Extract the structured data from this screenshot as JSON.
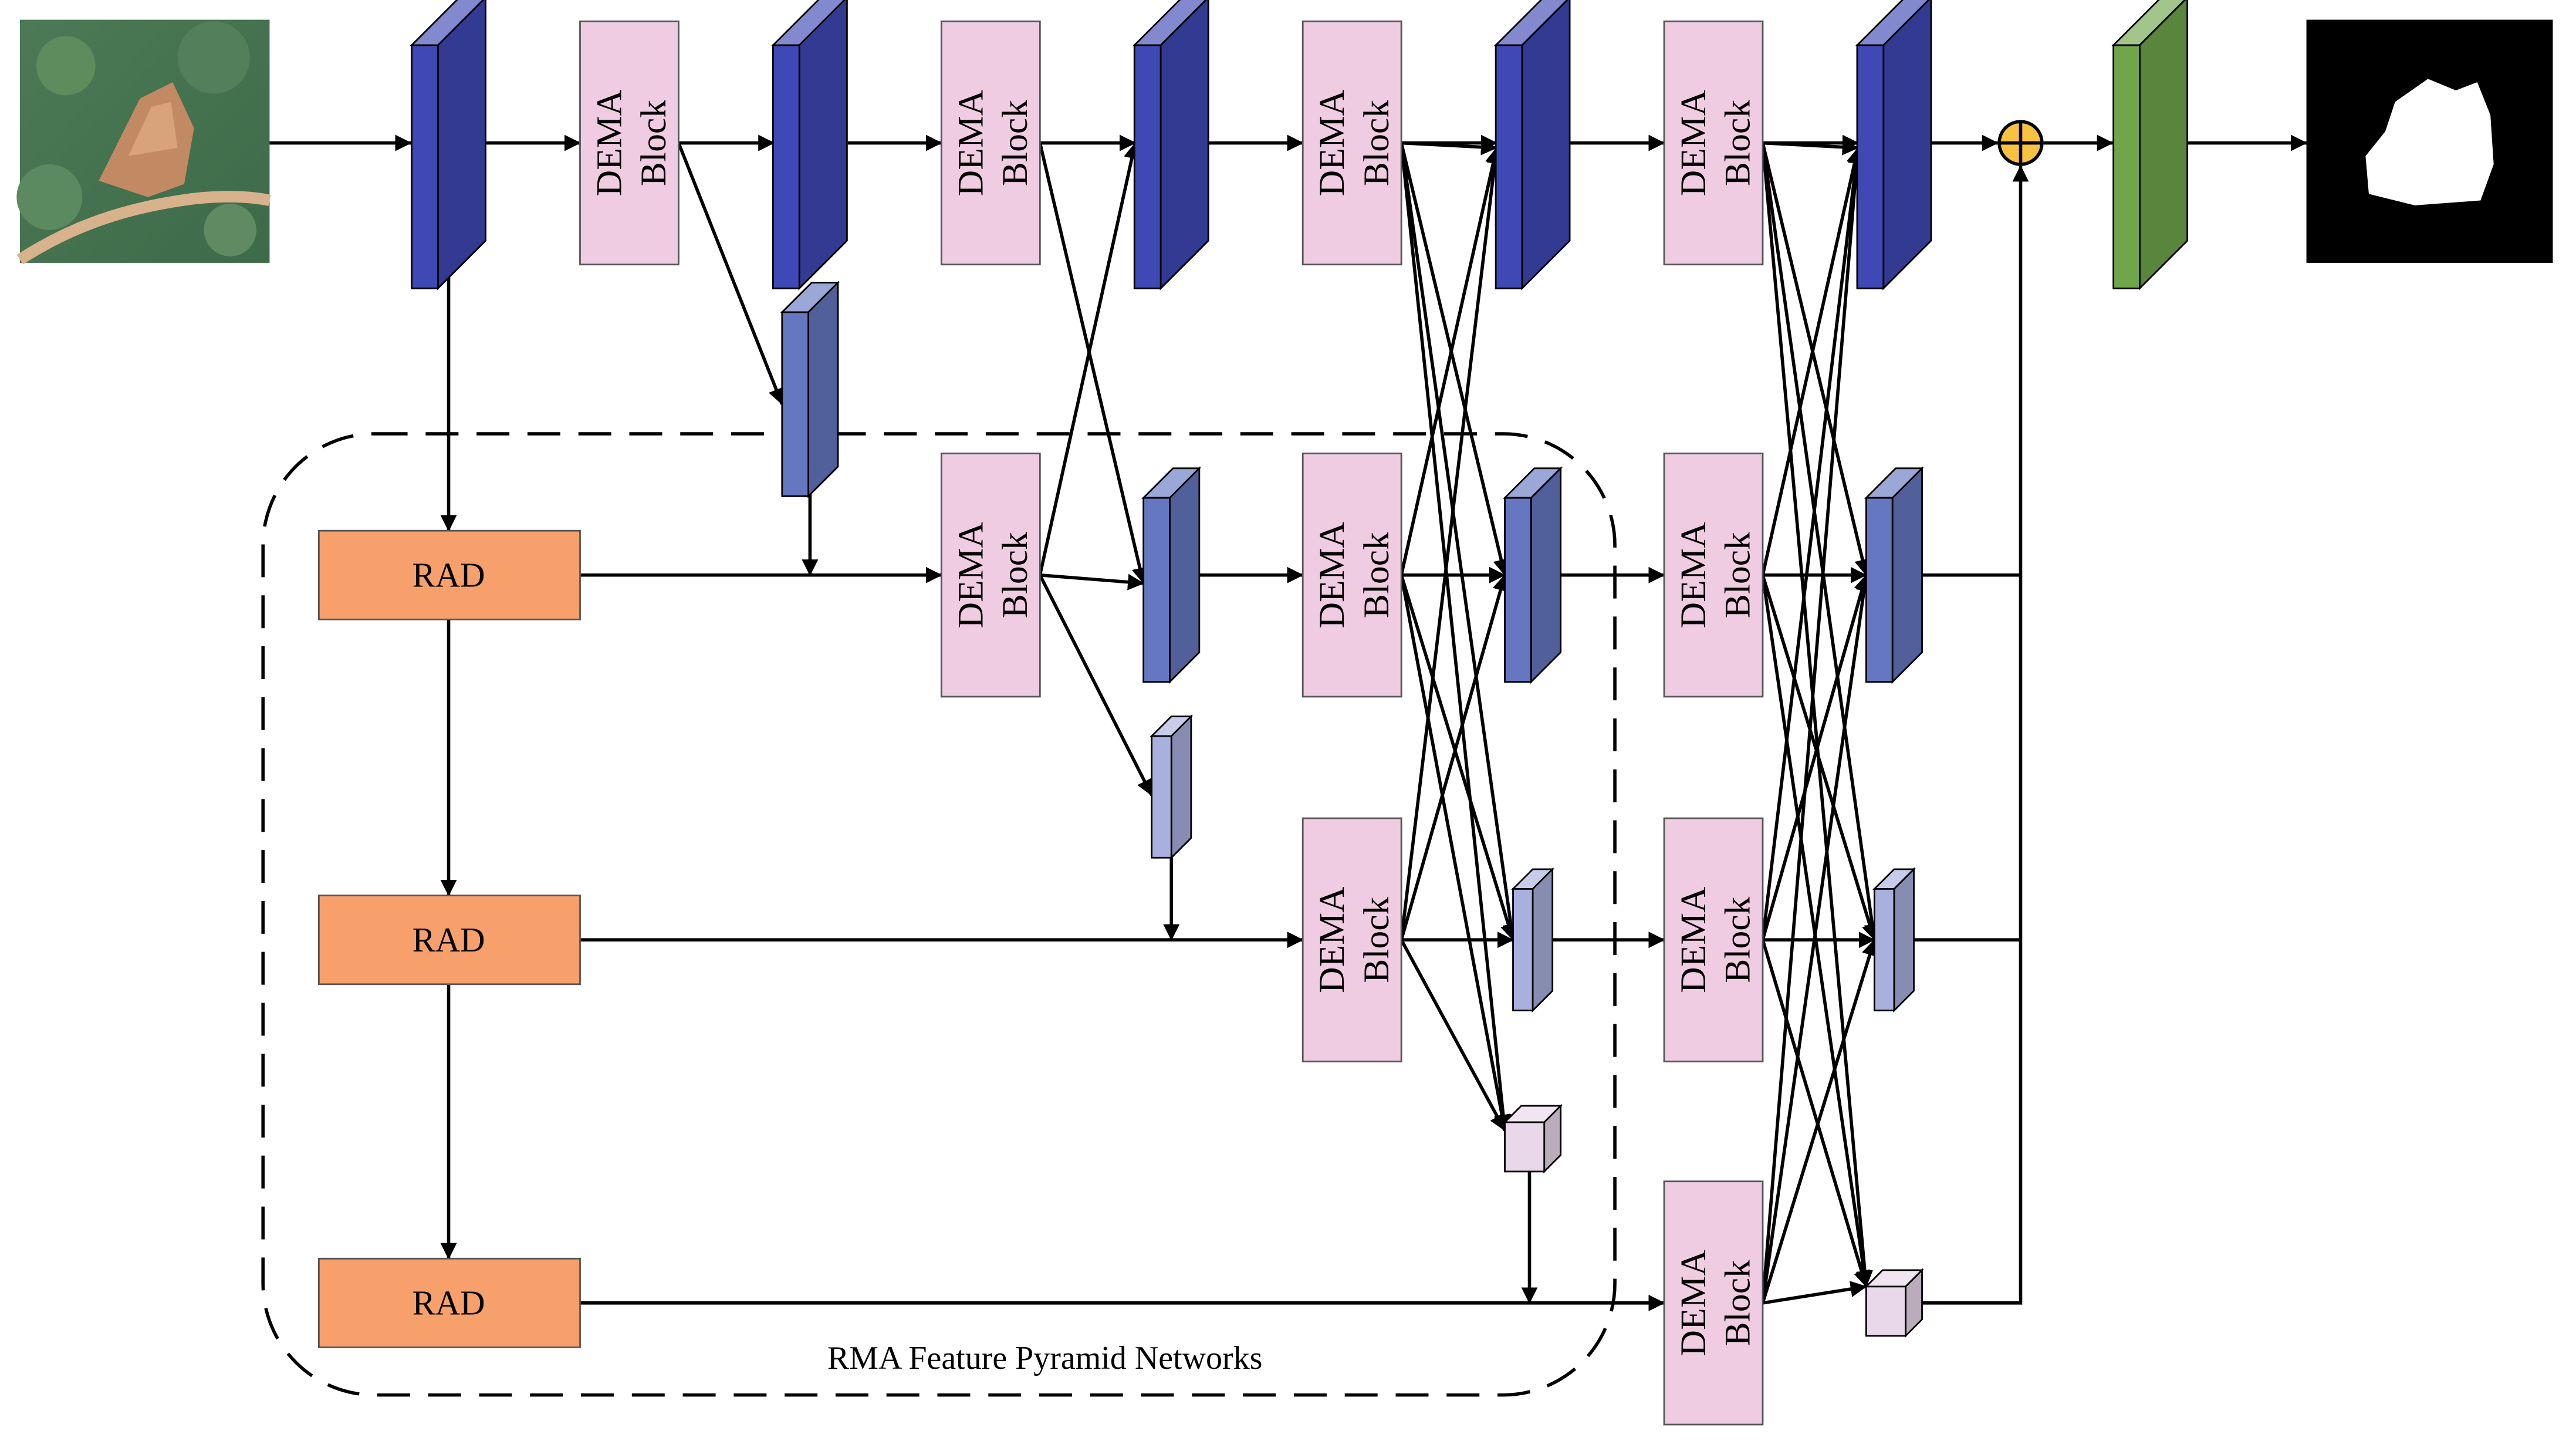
{
  "block_label_line1": "DEMA",
  "block_label_line2": "Block",
  "rad_label": "RAD",
  "region_label": "RMA Feature Pyramid Networks",
  "colors": {
    "dema": "#f0cce3",
    "rad": "#f8a06c",
    "feat_l0": "#3f49b5",
    "feat_l1": "#6577c0",
    "feat_l2": "#a9b0de",
    "feat_l3": "#e9d7ea",
    "head": "#6fa64b",
    "fuse": "#f7c240",
    "line": "#000000"
  },
  "icons": {
    "input": "satellite-image",
    "output": "landslide-mask",
    "fuse": "element-wise-sum-icon"
  }
}
